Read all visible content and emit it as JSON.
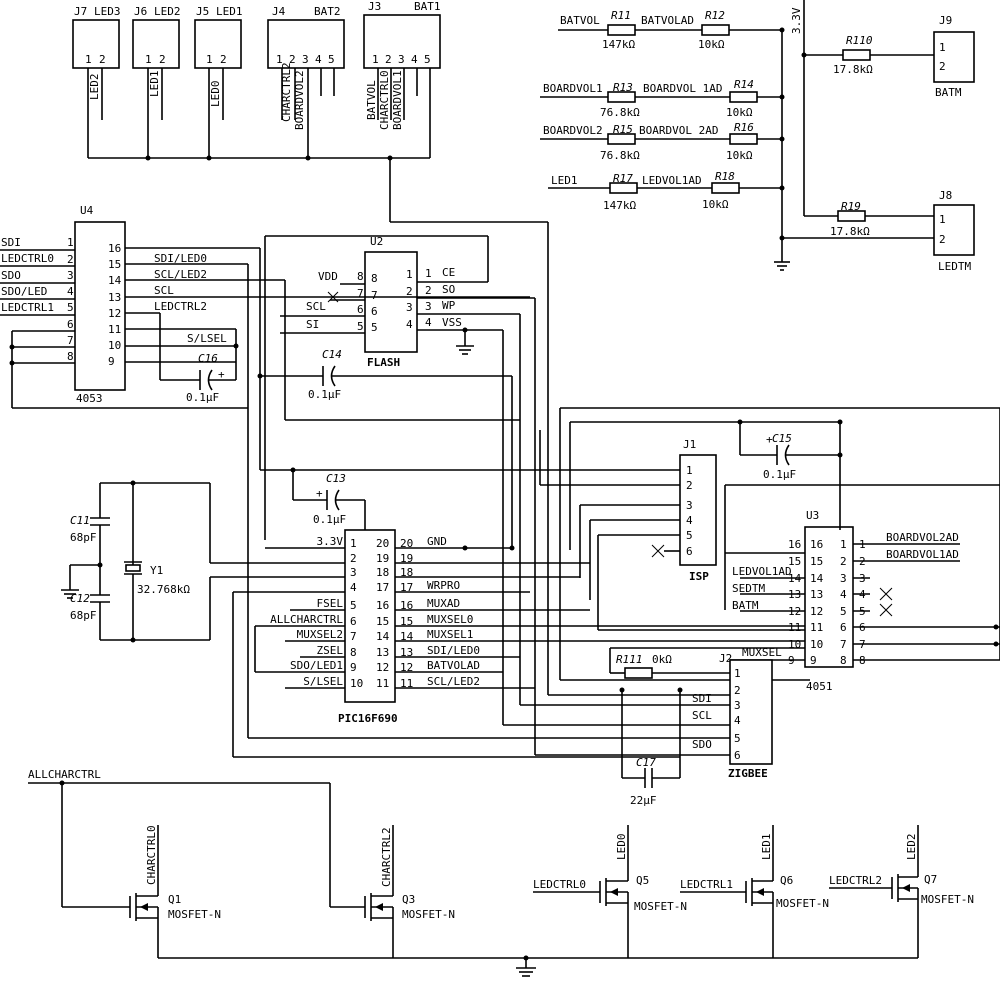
{
  "connectors": {
    "j7": {
      "ref": "J7",
      "name": "LED3",
      "pins": [
        "1",
        "2"
      ],
      "net": "LED2"
    },
    "j6": {
      "ref": "J6",
      "name": "LED2",
      "pins": [
        "1",
        "2"
      ],
      "net": "LED1"
    },
    "j5": {
      "ref": "J5",
      "name": "LED1",
      "pins": [
        "1",
        "2"
      ],
      "net": "LED0"
    },
    "j4": {
      "ref": "J4",
      "name": "BAT2",
      "pins": [
        "1",
        "2",
        "3",
        "4",
        "5"
      ],
      "nets": [
        "CHARCTRL2",
        "BOARDVOL2"
      ]
    },
    "j3": {
      "ref": "J3",
      "name": "BAT1",
      "pins": [
        "1",
        "2",
        "3",
        "4",
        "5"
      ],
      "nets": [
        "BATVOL",
        "CHARCTRL0",
        "BOARDVOL1"
      ]
    },
    "j9": {
      "ref": "J9",
      "name": "BATM",
      "pins": [
        "1",
        "2"
      ],
      "net": "BATM"
    },
    "j8": {
      "ref": "J8",
      "name": "LEDTM",
      "pins": [
        "1",
        "2"
      ],
      "net": "LEDTM"
    }
  },
  "dividers": [
    {
      "in": "BATVOL",
      "r1": "R11",
      "r1v": "147kΩ",
      "out": "BATVOLAD",
      "r2": "R12",
      "r2v": "10kΩ"
    },
    {
      "in": "BOARDVOL1",
      "r1": "R13",
      "r1v": "76.8kΩ",
      "out": "BOARDVOL 1AD",
      "r2": "R14",
      "r2v": "10kΩ"
    },
    {
      "in": "BOARDVOL2",
      "r1": "R15",
      "r1v": "76.8kΩ",
      "out": "BOARDVOL 2AD",
      "r2": "R16",
      "r2v": "10kΩ"
    },
    {
      "in": "LED1",
      "r1": "R17",
      "r1v": "147kΩ",
      "out": "LEDVOL1AD",
      "r2": "R18",
      "r2v": "10kΩ"
    }
  ],
  "supply": "3.3V",
  "r110": {
    "ref": "R110",
    "value": "17.8kΩ"
  },
  "r19": {
    "ref": "R19",
    "value": "17.8kΩ"
  },
  "u4": {
    "ref": "U4",
    "part": "4053",
    "left_pins": [
      "1",
      "2",
      "3",
      "4",
      "5",
      "6",
      "7",
      "8"
    ],
    "left_nets": [
      "SDI",
      "LEDCTRL0",
      "SDO",
      "SDO/LED",
      "LEDCTRL1"
    ],
    "right_pins": [
      "16",
      "15",
      "14",
      "13",
      "12",
      "11",
      "10",
      "9"
    ],
    "right_nets": [
      "SDI/LED0",
      "SCL/LED2",
      "SCL",
      "LEDCTRL2",
      "S/LSEL"
    ]
  },
  "u2": {
    "ref": "U2",
    "part": "FLASH",
    "left_pins": [
      "8",
      "7",
      "6",
      "5"
    ],
    "left_nets": [
      "VDD",
      "SCL",
      "SI"
    ],
    "right_pins": [
      "1",
      "2",
      "3",
      "4"
    ],
    "right_nets": [
      "CE",
      "SO",
      "WP",
      "VSS"
    ]
  },
  "caps": [
    {
      "ref": "C16",
      "value": "0.1μF"
    },
    {
      "ref": "C14",
      "value": "0.1μF"
    },
    {
      "ref": "C13",
      "value": "0.1μF"
    },
    {
      "ref": "C15",
      "value": "0.1μF"
    },
    {
      "ref": "C11",
      "value": "68pF"
    },
    {
      "ref": "C12",
      "value": "68pF"
    },
    {
      "ref": "C17",
      "value": "22μF"
    }
  ],
  "y1": {
    "ref": "Y1",
    "value": "32.768kΩ"
  },
  "pic": {
    "part": "PIC16F690",
    "left_pins": [
      "1",
      "2",
      "3",
      "4",
      "5",
      "6",
      "7",
      "8",
      "9",
      "10"
    ],
    "left_nets": [
      "3.3V",
      "",
      "",
      "",
      "FSEL",
      "ALLCHARCTRL",
      "MUXSEL2",
      "ZSEL",
      "SDO/LED1",
      "S/LSEL"
    ],
    "right_pins": [
      "20",
      "19",
      "18",
      "17",
      "16",
      "15",
      "14",
      "13",
      "12",
      "11"
    ],
    "right_nets": [
      "GND",
      "",
      "",
      "WRPRO",
      "MUXAD",
      "MUXSEL0",
      "MUXSEL1",
      "SDI/LED0",
      "BATVOLAD",
      "SCL/LED2"
    ]
  },
  "j1": {
    "ref": "J1",
    "name": "ISP",
    "pins": [
      "1",
      "2",
      "3",
      "4",
      "5",
      "6"
    ]
  },
  "u3": {
    "ref": "U3",
    "part": "4051",
    "left_pins": [
      "16",
      "15",
      "14",
      "13",
      "12",
      "11",
      "10",
      "9"
    ],
    "left_nets": [
      "LEDVOL1AD",
      "SEDTM",
      "BATM",
      "MUXSEL"
    ],
    "right_pins": [
      "1",
      "2",
      "3",
      "4",
      "5",
      "6",
      "7",
      "8"
    ],
    "right_nets": [
      "BOARDVOL2AD",
      "BOARDVOL1AD"
    ]
  },
  "r111": {
    "ref": "R111",
    "value": "0kΩ"
  },
  "j2": {
    "ref": "J2",
    "name": "ZIGBEE",
    "pins": [
      "1",
      "2",
      "3",
      "4",
      "5",
      "6"
    ],
    "nets": [
      "SDI",
      "SCL",
      "SDO"
    ]
  },
  "allcharctrl": "ALLCHARCTRL",
  "mosfets": [
    {
      "ref": "Q1",
      "type": "MOSFET-N",
      "drain": "CHARCTRL0",
      "gate": ""
    },
    {
      "ref": "Q3",
      "type": "MOSFET-N",
      "drain": "CHARCTRL2",
      "gate": ""
    },
    {
      "ref": "Q5",
      "type": "MOSFET-N",
      "drain": "LED0",
      "gate": "LEDCTRL0"
    },
    {
      "ref": "Q6",
      "type": "MOSFET-N",
      "drain": "LED1",
      "gate": "LEDCTRL1"
    },
    {
      "ref": "Q7",
      "type": "MOSFET-N",
      "drain": "LED2",
      "gate": "LEDCTRL2"
    }
  ]
}
